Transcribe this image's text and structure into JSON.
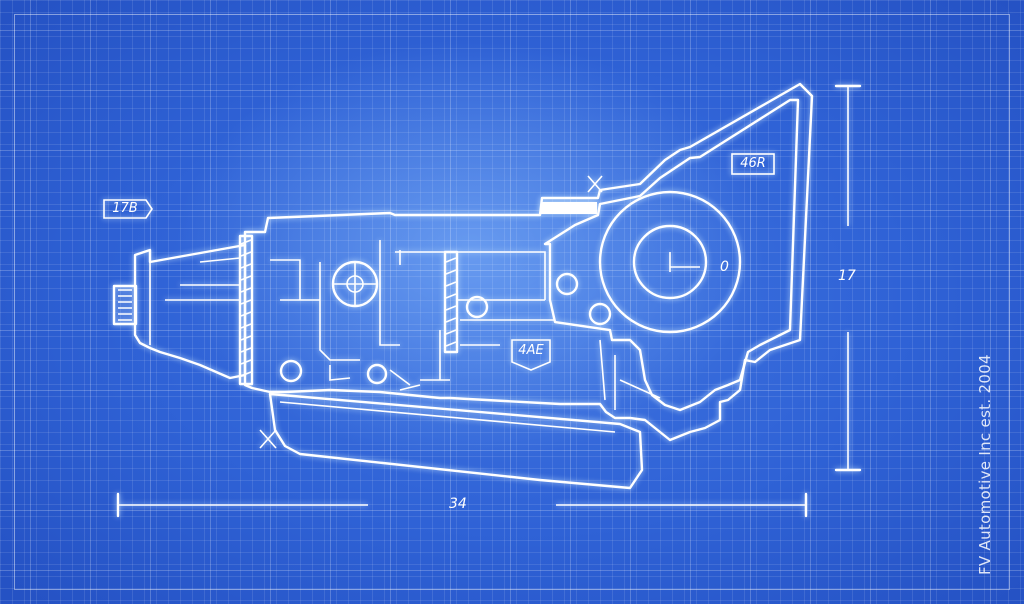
{
  "tags": {
    "tag_17b": "17B",
    "tag_46r": "46R",
    "tag_4ae": "4AE"
  },
  "markers": {
    "center_marker": "0"
  },
  "dimensions": {
    "width_label": "34",
    "height_label": "17"
  },
  "watermark": "FV Automotive Inc est. 2004",
  "colors": {
    "background": "#2f62d6",
    "line": "#ffffff",
    "grid": "#ffffff"
  }
}
